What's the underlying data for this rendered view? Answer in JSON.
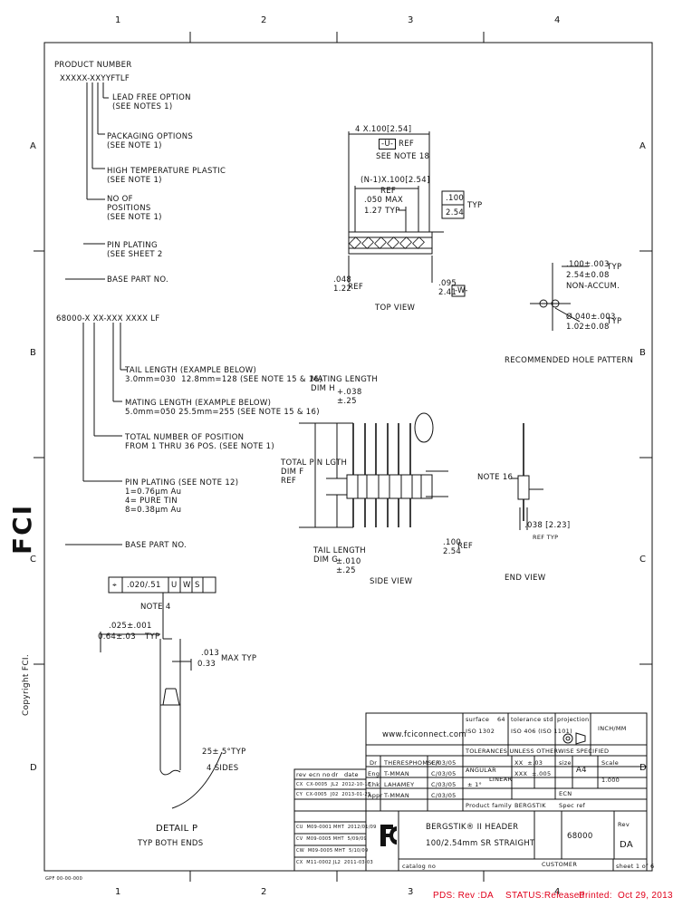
{
  "frame": {
    "col_labels": [
      "1",
      "2",
      "3",
      "4"
    ],
    "row_labels": [
      "A",
      "B",
      "C",
      "D"
    ]
  },
  "side_brand": {
    "logo": "FCI",
    "copyright": "Copyright FCI."
  },
  "product_number_1": {
    "title": "PRODUCT NUMBER",
    "code": "XXXXX-XXYYFTLF",
    "items": [
      "LEAD FREE OPTION\n(SEE NOTES 1)",
      "PACKAGING OPTIONS\n(SEE NOTE 1)",
      "HIGH TEMPERATURE PLASTIC\n(SEE NOTE 1)",
      "NO OF\nPOSITIONS\n(SEE NOTE 1)",
      "PIN PLATING\n(SEE SHEET 2",
      "BASE PART NO."
    ]
  },
  "product_number_2": {
    "code": "68000-X XX-XXX XXXX LF",
    "items": [
      "TAIL LENGTH (EXAMPLE BELOW)\n3.0mm=030  12.8mm=128 (SEE NOTE 15 & 16)",
      "MATING LENGTH (EXAMPLE BELOW)\n5.0mm=050 25.5mm=255 (SEE NOTE 15 & 16)",
      "TOTAL NUMBER OF POSITION\nFROM 1 THRU 36 POS. (SEE NOTE 1)",
      "PIN PLATING (SEE NOTE 12)\n1=0.76µm Au\n4= PURE TIN\n8=0.38µm Au",
      "BASE PART NO."
    ]
  },
  "top_view": {
    "label": "TOP VIEW",
    "dim_pitch": "4 X.100[2.54]",
    "ref_u": "-U-",
    "ref": "REF",
    "see_note": "SEE NOTE 18",
    "dim_span": "(N-1)X.100[2.54]",
    "ref2": "REF",
    "max": ".050 MAX",
    "typ": "1.27 TYP",
    "box_top": ".100",
    "box_bot": "2.54",
    "typ2": "TYP",
    "left_dim": ".048\n1.22",
    "left_ref": "REF",
    "right_dim": ".095\n2.41",
    "right_ref": "-W-"
  },
  "hole_pattern": {
    "label": "RECOMMENDED HOLE PATTERN",
    "dim1": ".100±.003",
    "dim1_typ": "TYP",
    "dim1_mm": "2.54±0.08",
    "dim1_note": "NON-ACCUM.",
    "dim2": "Ø.040±.003",
    "dim2_mm": "1.02±0.08",
    "dim2_typ": "TYP"
  },
  "side_view": {
    "label": "SIDE VIEW",
    "mating": "MATING LENGTH\nDIM H",
    "mating_tol": "+.038\n±.25",
    "total": "TOTAL PIN LGTH\nDIM F\nREF",
    "tail": "TAIL LENGTH\nDIM G",
    "tail_tol": "±.010\n±.25",
    "pitch": ".100\n2.54",
    "pitch_ref": "REF"
  },
  "end_view": {
    "label": "END VIEW",
    "note": "NOTE 16",
    "dim": ".038 [2.23]",
    "ref": "REF TYP"
  },
  "detail": {
    "tol_frame": [
      "⌖",
      ".020/.51",
      "U",
      "W",
      "S"
    ],
    "note": "NOTE 4",
    "dim1": ".025±.001",
    "dim1_mm": "0.64±.03",
    "dim1_typ": "TYP",
    "dim2": ".013",
    "dim2_mm": "0.33",
    "dim2_max": "MAX TYP",
    "angle": "25± 5°TYP",
    "sides": "4 SIDES",
    "label": "DETAIL P",
    "sublabel": "TYP BOTH ENDS"
  },
  "title_block": {
    "website": "www.fciconnect.com",
    "surface": "surface",
    "surface_val": "64",
    "iso1302": "ISO 1302",
    "tolerance": "tolerance std",
    "iso_tol": "ISO 406 (ISO 1101)",
    "projection": "projection",
    "dim_unit": "INCH/MM",
    "tol_header": "TOLERANCES UNLESS OTHERWISE SPECIFIED",
    "rows": [
      {
        "k": "Dr",
        "name": "THERESPHOMSER",
        "date": "C/03/05"
      },
      {
        "k": "Eng",
        "name": "T-MMAN",
        "date": "C/03/05"
      },
      {
        "k": "Chk",
        "name": "LAHAMEY",
        "date": "C/03/05"
      },
      {
        "k": "Appr",
        "name": "T-MMAN",
        "date": "C/03/05"
      }
    ],
    "angular": "ANGULAR",
    "linear": "LINEAR",
    "tol_vals": [
      "XX  ±.03",
      "XXX  ±.005",
      "± 1°"
    ],
    "size_lbl": "size",
    "size": "A4",
    "scale_lbl": "Scale",
    "scale": "1.000",
    "ecn": "ECN",
    "family_lbl": "Product family",
    "family": "BERGSTIK",
    "spec_lbl": "Spec ref",
    "title1": "BERGSTIK® II HEADER",
    "title2": "100/2.54mm SR STRAIGHT",
    "part_no": "68000",
    "rev_lbl": "Rev",
    "rev": "DA",
    "customer": "CUSTOMER",
    "catalog": "catalog no",
    "sheet": "sheet 1 of 6",
    "rev_table_head": [
      "rev",
      "ecn no",
      "dr",
      "date"
    ],
    "rev_rows": [
      "CX  CX-0005  JL2  2012-10-15",
      "CY  CX-0005  J02  2013-01-25",
      "",
      "CU  M09-0001 MHT  2012/01/09",
      "CV  M09-0005 MHT  5/09/09",
      "CW  M09-0005 MHT  5/10/09",
      "CX  M11-0002 JL2  2011-03-03"
    ]
  },
  "footer": {
    "pdm": "PDS: Rev :DA",
    "status": "STATUS:Released",
    "printed": "Printed:  Oct 29, 2013",
    "small": "GPF 00-00-000"
  }
}
